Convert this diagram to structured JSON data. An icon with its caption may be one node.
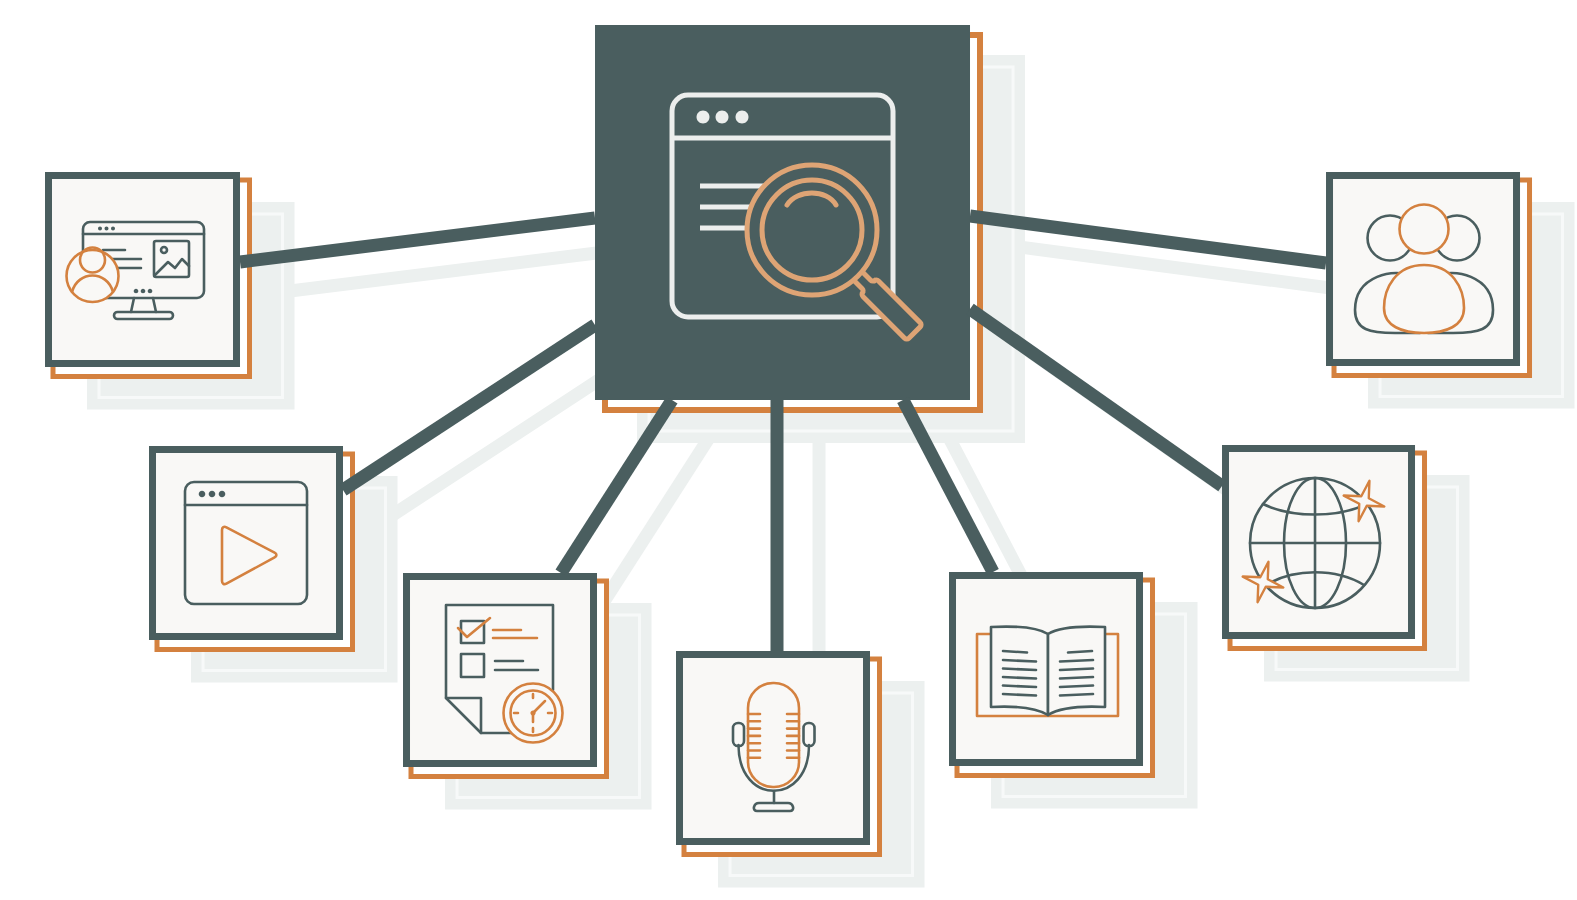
{
  "diagram": {
    "nodes": [
      {
        "text": [],
        "shape": "picture"
      },
      {
        "text": [],
        "shape": "picture"
      },
      {
        "text": [],
        "shape": "picture"
      },
      {
        "text": [],
        "shape": "picture"
      },
      {
        "text": [],
        "shape": "picture"
      },
      {
        "text": [],
        "shape": "picture"
      },
      {
        "text": [],
        "shape": "picture"
      },
      {
        "text": [],
        "shape": "picture"
      }
    ],
    "edges": [
      {
        "from": 0,
        "to": 1,
        "arrow": "none"
      },
      {
        "from": 0,
        "to": 2,
        "arrow": "none"
      },
      {
        "from": 0,
        "to": 3,
        "arrow": "none"
      },
      {
        "from": 0,
        "to": 4,
        "arrow": "none"
      },
      {
        "from": 0,
        "to": 5,
        "arrow": "none"
      },
      {
        "from": 0,
        "to": 6,
        "arrow": "none"
      },
      {
        "from": 0,
        "to": 7,
        "arrow": "none"
      }
    ]
  }
}
